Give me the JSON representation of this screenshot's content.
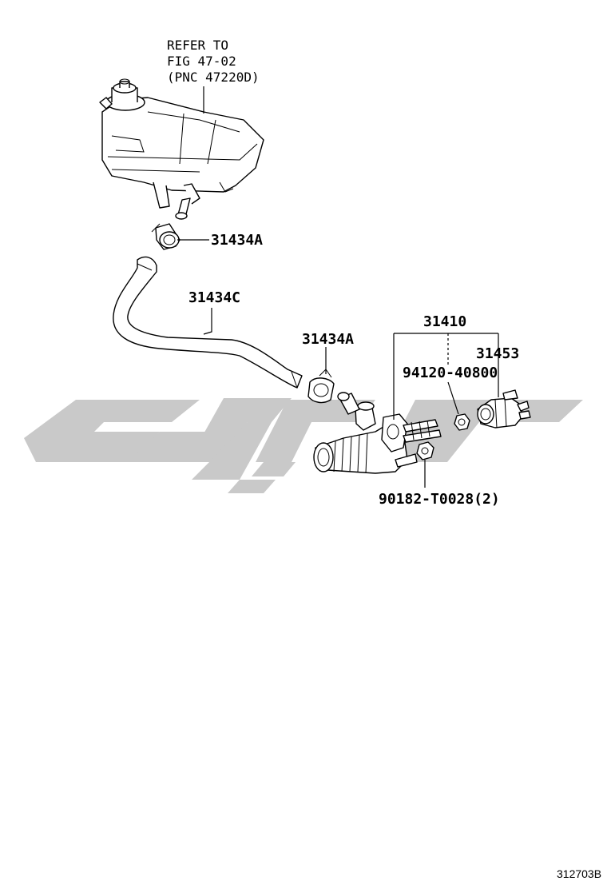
{
  "reference_note": {
    "line1": "REFER TO",
    "line2": "FIG 47-02",
    "line3": "(PNC 47220D)"
  },
  "callouts": {
    "clamp_top": "31434A",
    "hose": "31434C",
    "clamp_mid": "31434A",
    "assembly": "31410",
    "switch": "31453",
    "nut_small": "94120-40800",
    "nut_bottom": "90182-T0028(2)"
  },
  "figure_id": "312703B",
  "colors": {
    "line": "#000000",
    "watermark": "#c9c9c9",
    "background": "#ffffff"
  }
}
